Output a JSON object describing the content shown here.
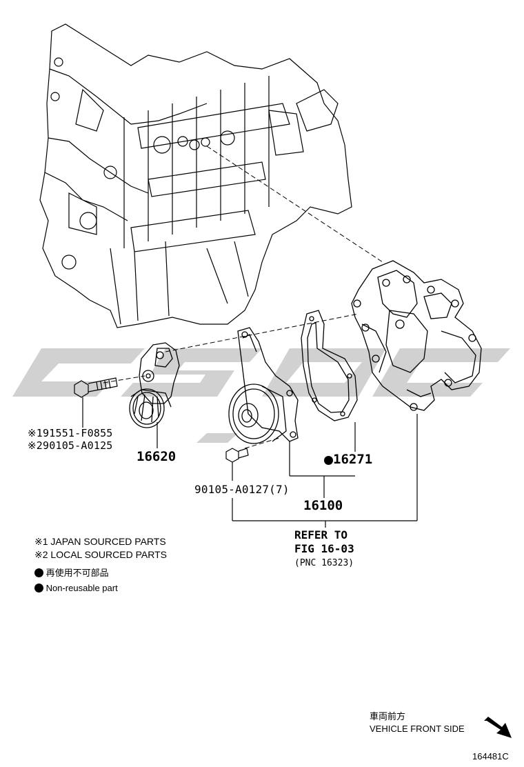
{
  "callouts": {
    "bolt_japan": "※191551-F0855",
    "bolt_local": "※290105-A0125",
    "tensioner": "16620",
    "gasket": "16271",
    "bolt_qty": "90105-A0127(7)",
    "water_pump": "16100"
  },
  "reference": {
    "line1": "REFER TO",
    "line2": "FIG 16-03",
    "line3": "(PNC 16323)"
  },
  "legend": {
    "note1": "※1 JAPAN SOURCED PARTS",
    "note2": "※2 LOCAL SOURCED PARTS",
    "nonreuse_jp": "再使用不可部品",
    "nonreuse_en": "Non-reusable part"
  },
  "orientation": {
    "jp": "車両前方",
    "en": "VEHICLE FRONT SIDE"
  },
  "figure_id": "164481C",
  "watermark_text": "CSOC",
  "colors": {
    "ink": "#000000",
    "watermark": "#c8c8c8"
  }
}
